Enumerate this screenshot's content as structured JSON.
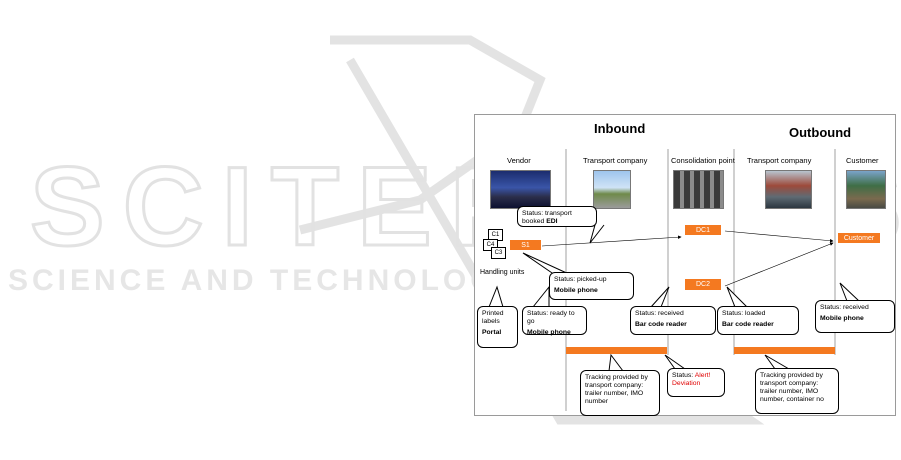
{
  "watermark": {
    "line1": "SCITEPRESS",
    "line2": "SCIENCE AND TECHNOLOGY PUBLICATIONS"
  },
  "phases": {
    "inbound": "Inbound",
    "outbound": "Outbound"
  },
  "columns": [
    "Vendor",
    "Transport company",
    "Consolidation point",
    "Transport company",
    "Customer"
  ],
  "nodes": {
    "s1": "S1",
    "dc1": "DC1",
    "dc2": "DC2",
    "customer": "Customer"
  },
  "packages": [
    "C1",
    "C4",
    "C3"
  ],
  "handling_units": "Handling units",
  "callouts": {
    "transport_booked": {
      "status": "Status: transport booked",
      "channel": "EDI"
    },
    "picked_up": {
      "status": "Status: picked-up",
      "channel": "Mobile phone"
    },
    "printed_labels": {
      "status": "Printed labels",
      "channel": "Portal"
    },
    "ready_to_go": {
      "status": "Status: ready to go",
      "channel": "Mobile phone"
    },
    "received_dc": {
      "status": "Status: received",
      "channel": "Bar code reader"
    },
    "loaded": {
      "status": "Status: loaded",
      "channel": "Bar code reader"
    },
    "received_customer": {
      "status": "Status: received",
      "channel": "Mobile phone"
    },
    "alert": {
      "status": "Status:",
      "alert": "Alert! Deviation"
    },
    "tracking_inbound": "Tracking provided by transport company: trailer number, IMO number",
    "tracking_outbound": "Tracking provided by transport company: trailer number, IMO number, container no"
  },
  "colors": {
    "orange": "#f47920",
    "alert": "#e00000"
  }
}
